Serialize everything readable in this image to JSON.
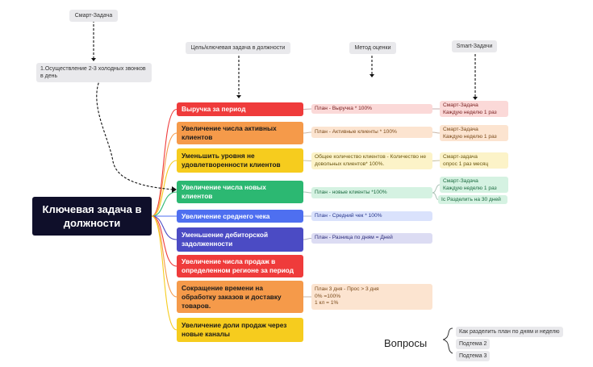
{
  "header_labels": {
    "smart_task": "Смарт-Задача",
    "goal": "Цель/ключевая задача в должности",
    "method": "Метод оценки",
    "smart": "Smart-Задачи"
  },
  "side_note": "1.Осуществление 2-3 холодных звонков в день",
  "root": "Ключевая задача в должности",
  "goals": [
    {
      "label": "Выручка за период",
      "color": "#ef3b3b",
      "text_color": "#ffffff"
    },
    {
      "label": "Увеличение числа активных клиентов",
      "color": "#f59a4a",
      "text_color": "#1a1a1a"
    },
    {
      "label": "Уменьшить уровня не удовлетворенности клиентов",
      "color": "#f6cc1e",
      "text_color": "#1a1a1a"
    },
    {
      "label": "Увеличение числа новых клиентов",
      "color": "#2cb872",
      "text_color": "#ffffff"
    },
    {
      "label": "Увеличение среднего чека",
      "color": "#4e6ff0",
      "text_color": "#ffffff"
    },
    {
      "label": "Уменьшение дебиторской задолженности",
      "color": "#4b4bc4",
      "text_color": "#ffffff"
    },
    {
      "label": "Увеличение числа продаж в определенном регионе за период",
      "color": "#ef3b3b",
      "text_color": "#ffffff"
    },
    {
      "label": "Сокращение времени на обработку заказов и доставку товаров.",
      "color": "#f59a4a",
      "text_color": "#1a1a1a"
    },
    {
      "label": "Увеличение доли продаж через новые каналы",
      "color": "#f6cc1e",
      "text_color": "#1a1a1a"
    }
  ],
  "methods": [
    {
      "text": "План - Выручка * 100%",
      "bg": "#fbd9d8",
      "color": "#7a2222"
    },
    {
      "text": "План - Активные клиенты * 100%",
      "bg": "#fce4d0",
      "color": "#7a4a1a"
    },
    {
      "text": "Общее количество клиентов  - Количество не довольных клиентов* 100%.",
      "bg": "#fcf3c8",
      "color": "#6a5610"
    },
    {
      "text": "План - новые клиенты *100%",
      "bg": "#d5f2e2",
      "color": "#1c6b40"
    },
    {
      "text": "План - Средний чек * 100%",
      "bg": "#dae2fc",
      "color": "#27368c"
    },
    {
      "text": "План - Разница по дням = Дней",
      "bg": "#dcdcf3",
      "color": "#2c2c7a"
    },
    {
      "text": "План 3 дня - Проc > 3 дня\n0% =100%\n1 кл = 1%",
      "bg": "#fce4d0",
      "color": "#7a4a1a"
    }
  ],
  "smart_tasks": [
    {
      "text": "Смарт-Задача\nКаждую неделю 1 раз",
      "bg": "#fbd9d8",
      "color": "#7a2222"
    },
    {
      "text": "Смарт-Задача\nКаждую неделю 1 раз",
      "bg": "#fce4d0",
      "color": "#7a4a1a"
    },
    {
      "text": "Смарт-задача\nопрос 1 раз месяц",
      "bg": "#fcf3c8",
      "color": "#6a5610"
    },
    {
      "text": "Смарт-Задача\nКаждую неделю 1 раз",
      "bg": "#d5f2e2",
      "color": "#1c6b40"
    },
    {
      "text": "Ic Разделить на 30 дней",
      "bg": "#d5f2e2",
      "color": "#1c6b40"
    }
  ],
  "questions": {
    "title": "Вопросы",
    "items": [
      "Как разделить план по дням и неделю",
      "Подтема 2",
      "Подтема 3"
    ]
  }
}
